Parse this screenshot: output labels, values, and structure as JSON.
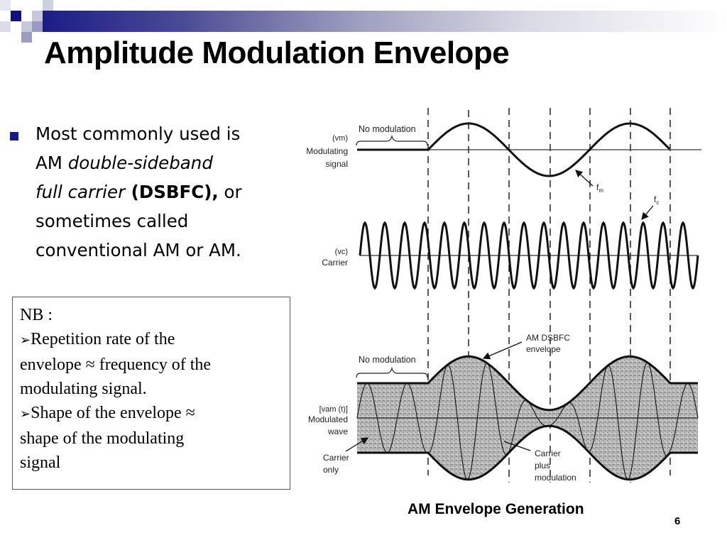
{
  "slide": {
    "title": "Amplitude Modulation Envelope",
    "page_number": "6",
    "theme_colors": {
      "accent": "#1a1a8c",
      "title_bar_start": "#1c1c86",
      "title_bar_end": "#ffffff"
    }
  },
  "bullet": {
    "lines": [
      {
        "text": "Most commonly used is"
      },
      {
        "prefix": "AM ",
        "italic": "double-sideband"
      },
      {
        "italic": "full carrier",
        "bold": " (DSBFC),",
        "suffix": " or"
      },
      {
        "text": "sometimes called"
      },
      {
        "text": "conventional AM or AM."
      }
    ]
  },
  "nb_box": {
    "heading": "NB :",
    "items": [
      {
        "marker": "➢",
        "lines": [
          "Repetition rate of the",
          "envelope ≈ frequency of the",
          "modulating signal."
        ]
      },
      {
        "marker": "➢",
        "lines": [
          "Shape of the envelope  ≈",
          "shape of the modulating",
          "signal"
        ]
      }
    ]
  },
  "diagram": {
    "caption": "AM Envelope Generation",
    "modulating": {
      "symbol": "(vm)",
      "label_line1": "Modulating",
      "label_line2": "signal",
      "no_mod_label": "No modulation",
      "freq_label": "f",
      "freq_sub": "m"
    },
    "carrier": {
      "symbol": "(vc)",
      "label": "Carrier",
      "freq_label": "f",
      "freq_sub": "c"
    },
    "modulated": {
      "symbol": "[vam (t)]",
      "label_line1": "Modulated",
      "label_line2": "wave",
      "no_mod_label": "No modulation",
      "envelope_label_line1": "AM DSBFC",
      "envelope_label_line2": "envelope",
      "carrier_only_line1": "Carrier",
      "carrier_only_line2": "only",
      "carrier_plus_line1": "Carrier",
      "carrier_plus_line2": "plus",
      "carrier_plus_line3": "modulation"
    }
  }
}
